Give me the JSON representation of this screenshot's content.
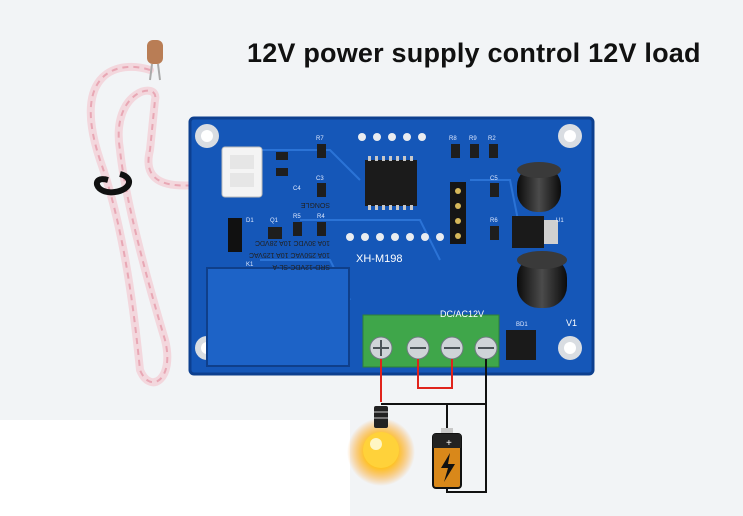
{
  "caption": "12V power supply control 12V load",
  "board": {
    "model_label": "XH-M198",
    "terminal_label": "DC/AC12V",
    "v1_label": "V1",
    "relay_brand": "SONGLE",
    "relay_model": "SRD-12VDC-SL-A",
    "relay_rating_1": "10A 250VAC 10A 125VAC",
    "relay_rating_2": "10A 30VDC 10A 28VDC",
    "silk_labels": {
      "r7": "R7",
      "r8": "R8",
      "r9": "R9",
      "r2": "R2",
      "c5": "C5",
      "c3": "C3",
      "c4": "C4",
      "r6": "R6",
      "u1": "U1",
      "d1": "D1",
      "q1": "Q1",
      "r5": "R5",
      "r4": "R4",
      "k1": "K1",
      "bd1": "BD1"
    }
  },
  "colors": {
    "pcb": "#1557b8",
    "pcb_dark": "#0d3f8f",
    "terminal": "#3fa64a",
    "relay": "#1d63c7",
    "wire_red": "#e0231c",
    "wire_black": "#111111",
    "bulb_glow": "#ffb400",
    "battery": "#d9881a"
  },
  "icons": {
    "bulb": "light-bulb-icon",
    "battery": "battery-charging-icon"
  }
}
